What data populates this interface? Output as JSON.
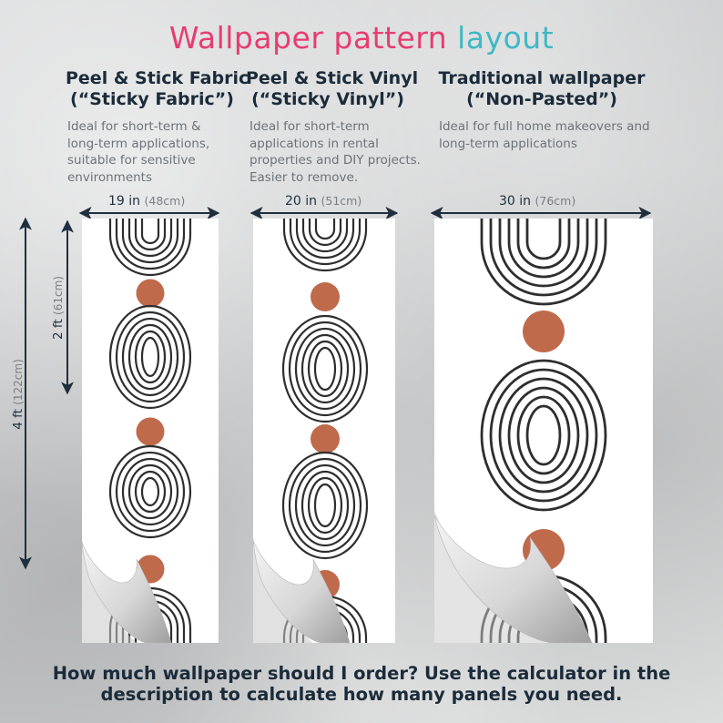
{
  "title": {
    "part1": "Wallpaper pattern",
    "part2": "layout"
  },
  "colors": {
    "title_pink": "#e63d71",
    "title_teal": "#3fb8c4",
    "heading_navy": "#1b2b3a",
    "stripe_dark": "#2e2e2e",
    "dot_terracotta": "#bf6a4b",
    "panel_white": "#ffffff"
  },
  "columns": [
    {
      "heading_line1": "Peel & Stick Fabric",
      "heading_line2": "(“Sticky Fabric”)",
      "description": [
        "Ideal for short-term &",
        "long-term applications,",
        "suitable for sensitive",
        "environments"
      ],
      "width_main": "19 in",
      "width_sub": "(48cm)"
    },
    {
      "heading_line1": "Peel & Stick Vinyl",
      "heading_line2": "(“Sticky Vinyl”)",
      "description": [
        "Ideal for short-term",
        "applications in rental",
        "properties and DIY projects.",
        "Easier to remove."
      ],
      "width_main": "20 in",
      "width_sub": "(51cm)"
    },
    {
      "heading_line1": "Traditional wallpaper",
      "heading_line2": "(“Non-Pasted”)",
      "description": [
        "Ideal for full home makeovers and",
        "long-term applications"
      ],
      "width_main": "30 in",
      "width_sub": "(76cm)"
    }
  ],
  "height_labels": {
    "repeat_main": "2 ft",
    "repeat_sub": "(61cm)",
    "panel_main": "4 ft",
    "panel_sub": "(122cm)"
  },
  "footer": {
    "line1": "How much wallpaper should I order? Use the calculator in the",
    "line2": "description to calculate how many panels you need."
  }
}
